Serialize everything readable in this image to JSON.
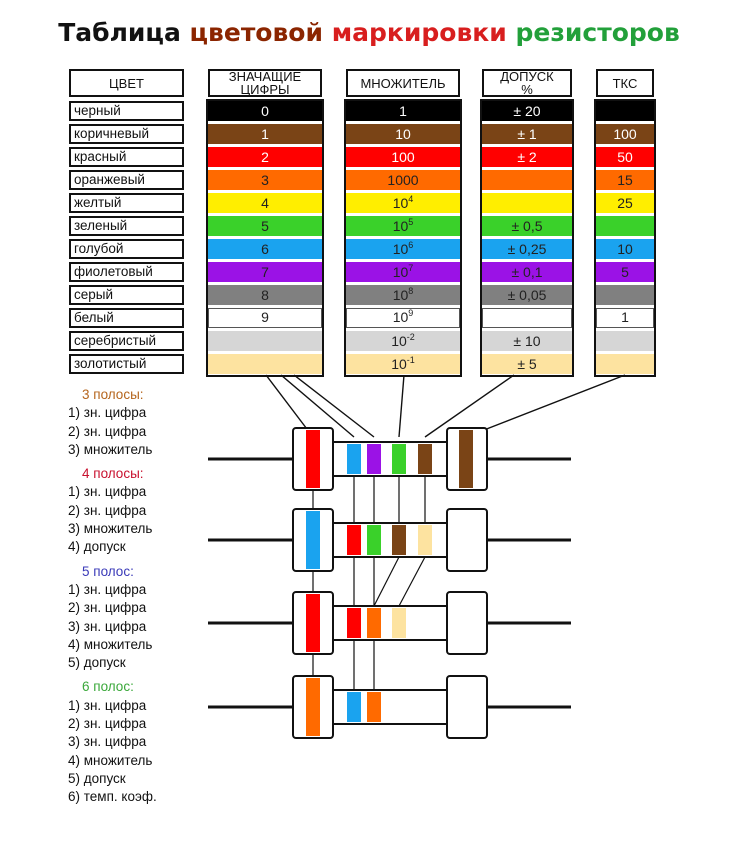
{
  "title": {
    "part1": "Таблица ",
    "part1_color": "#111111",
    "part2": "цветовой",
    "part2_color": "#8b2500",
    "part3": " ",
    "part4": "маркировки",
    "part4_color": "#d81e1e",
    "part5": " ",
    "part6": "резисторов",
    "part6_color": "#22a03a"
  },
  "headers": {
    "color": "ЦВЕТ",
    "digits": "ЗНАЧАЩИЕ ЦИФРЫ",
    "multiplier": "МНОЖИТЕЛЬ",
    "tolerance": "ДОПУСК %",
    "tcr": "ТКС"
  },
  "rows": [
    {
      "name": "черный",
      "color": "#000000",
      "text": "#ffffff",
      "digit": "0",
      "mult": "1",
      "mult_exp": "",
      "tol": "± 20",
      "tcr": ""
    },
    {
      "name": "коричневый",
      "color": "#7a4416",
      "text": "#ffffff",
      "digit": "1",
      "mult": "10",
      "mult_exp": "",
      "tol": "± 1",
      "tcr": "100"
    },
    {
      "name": "красный",
      "color": "#ff0000",
      "text": "#ffffff",
      "digit": "2",
      "mult": "100",
      "mult_exp": "",
      "tol": "± 2",
      "tcr": "50"
    },
    {
      "name": "оранжевый",
      "color": "#ff6a00",
      "text": "#222222",
      "digit": "3",
      "mult": "1000",
      "mult_exp": "",
      "tol": "",
      "tcr": "15"
    },
    {
      "name": "желтый",
      "color": "#ffee00",
      "text": "#222222",
      "digit": "4",
      "mult": "10",
      "mult_exp": "4",
      "tol": "",
      "tcr": "25"
    },
    {
      "name": "зеленый",
      "color": "#3ad12a",
      "text": "#222222",
      "digit": "5",
      "mult": "10",
      "mult_exp": "5",
      "tol": "± 0,5",
      "tcr": ""
    },
    {
      "name": "голубой",
      "color": "#1aa3ef",
      "text": "#222222",
      "digit": "6",
      "mult": "10",
      "mult_exp": "6",
      "tol": "± 0,25",
      "tcr": "10"
    },
    {
      "name": "фиолетовый",
      "color": "#9b12e6",
      "text": "#222222",
      "digit": "7",
      "mult": "10",
      "mult_exp": "7",
      "tol": "± 0,1",
      "tcr": "5"
    },
    {
      "name": "серый",
      "color": "#808080",
      "text": "#222222",
      "digit": "8",
      "mult": "10",
      "mult_exp": "8",
      "tol": "± 0,05",
      "tcr": ""
    },
    {
      "name": "белый",
      "color": "#ffffff",
      "text": "#222222",
      "digit": "9",
      "mult": "10",
      "mult_exp": "9",
      "tol": "",
      "tcr": "1"
    },
    {
      "name": "серебристый",
      "color": "#d6d6d6",
      "text": "#222222",
      "digit": "",
      "mult": "10",
      "mult_exp": "-2",
      "tol": "± 10",
      "tcr": ""
    },
    {
      "name": "золотистый",
      "color": "#fde3a0",
      "text": "#222222",
      "digit": "",
      "mult": "10",
      "mult_exp": "-1",
      "tol": "± 5",
      "tcr": ""
    }
  ],
  "legend": [
    {
      "head": "3 полосы:",
      "head_color": "#b5651d",
      "items": [
        "1) зн. цифра",
        "2) зн. цифра",
        "3) множитель"
      ]
    },
    {
      "head": "4 полосы:",
      "head_color": "#c8102e",
      "items": [
        "1) зн. цифра",
        "2) зн. цифра",
        "3) множитель",
        "4) допуск"
      ]
    },
    {
      "head": "5 полос:",
      "head_color": "#3a3ab8",
      "items": [
        "1) зн. цифра",
        "2) зн. цифра",
        "3) зн. цифра",
        "4) множитель",
        "5) допуск"
      ]
    },
    {
      "head": "6 полос:",
      "head_color": "#3aa83a",
      "items": [
        "1) зн. цифра",
        "2) зн. цифра",
        "3) зн. цифра",
        "4) множитель",
        "5) допуск",
        "6) темп. коэф."
      ]
    }
  ],
  "resistors": [
    {
      "name": "6-band",
      "bands": [
        "#ff0000",
        "#1aa3ef",
        "#9b12e6",
        "#3ad12a",
        "#7a4416",
        "#7a4416"
      ]
    },
    {
      "name": "5-band",
      "bands": [
        "#1aa3ef",
        "#ff0000",
        "#3ad12a",
        "#7a4416",
        "#fde3a0"
      ]
    },
    {
      "name": "4-band",
      "bands": [
        "#ff0000",
        "#ff0000",
        "#ff6a00",
        "#fde3a0"
      ]
    },
    {
      "name": "3-band",
      "bands": [
        "#ff6a00",
        "#1aa3ef",
        "#ff6a00"
      ]
    }
  ]
}
